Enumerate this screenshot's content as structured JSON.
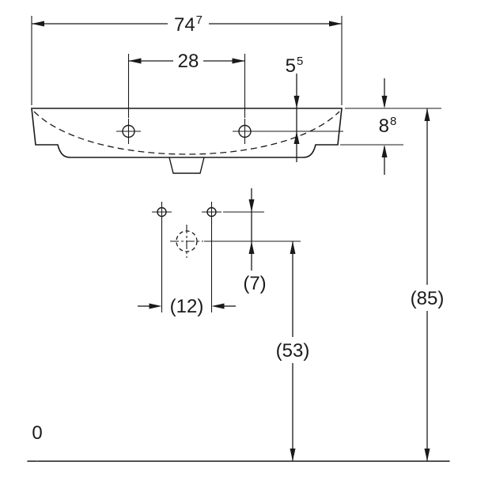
{
  "drawing": {
    "type": "technical-dimension-drawing",
    "subject": "washbasin front elevation with mounting and drain dimensions",
    "colors": {
      "line": "#1a1a1a",
      "background": "#ffffff"
    },
    "dims": {
      "overall_width": {
        "main": "74",
        "sup": "7"
      },
      "tap_hole_spacing": {
        "value": "28"
      },
      "tap_hole_offset": {
        "main": "5",
        "sup": "5"
      },
      "rim_height": {
        "main": "8",
        "sup": "8"
      },
      "overall_height": {
        "value": "(85)"
      },
      "drain_height": {
        "value": "(53)"
      },
      "drain_to_fixing": {
        "value": "(7)"
      },
      "fixing_spacing": {
        "value": "(12)"
      },
      "datum_level": {
        "value": "0"
      }
    }
  }
}
